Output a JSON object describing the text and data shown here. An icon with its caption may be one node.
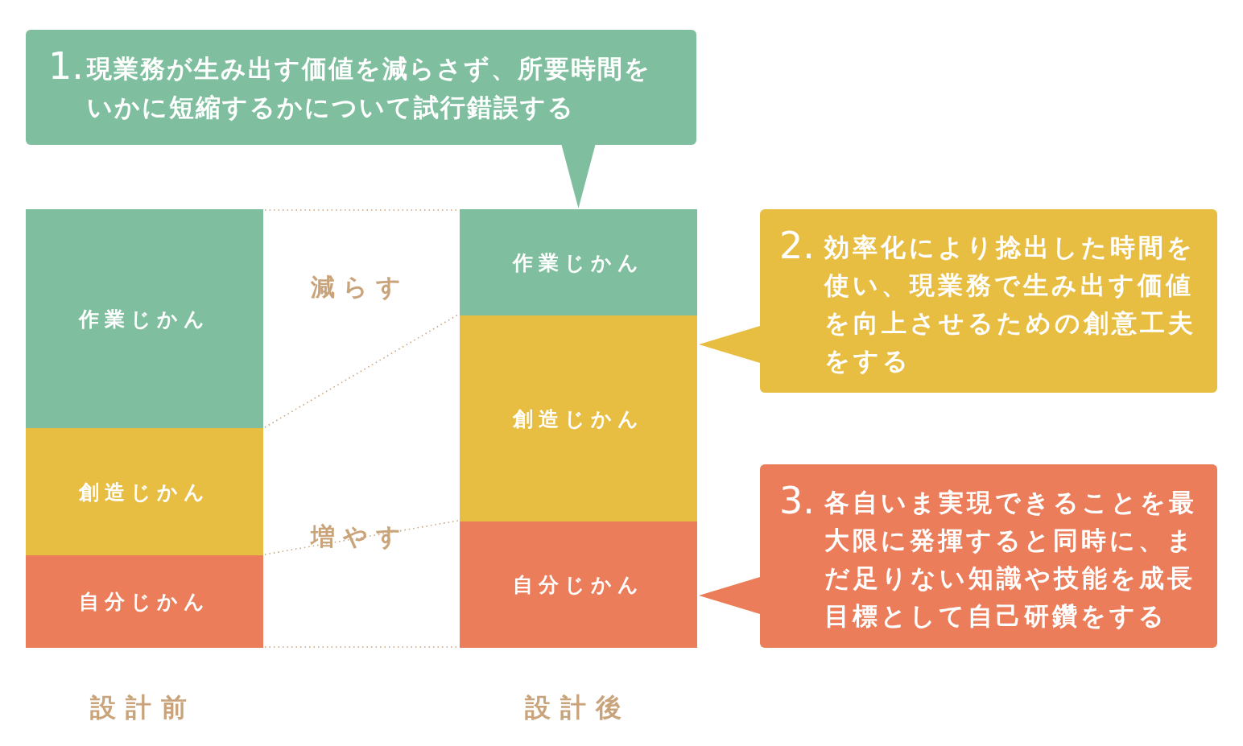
{
  "diagram": {
    "nodes": [
      {
        "text": [
          "1.",
          "現業務が生み出す価値を減らさず、所要時間をいかに短縮するかについて試行錯誤する"
        ]
      },
      {
        "text": [
          "作業じかん"
        ]
      },
      {
        "text": [
          "創造じかん"
        ]
      },
      {
        "text": [
          "自分じかん"
        ]
      },
      {
        "text": [
          "作業じかん"
        ]
      },
      {
        "text": [
          "創造じかん"
        ]
      },
      {
        "text": [
          "自分じかん"
        ]
      },
      {
        "text": [
          "2.",
          "効率化により捻出した時間を使い、現業務で生み出す価値を向上させるための創意工夫をする"
        ]
      },
      {
        "text": [
          "3.",
          "各自いま実現できることを最大限に発揮すると同時に、まだ足りない知識や技能を成長目標として自己研鑽をする"
        ]
      }
    ],
    "edges": [
      {
        "from": 0,
        "to": 4,
        "arrow": "to",
        "color": "#7fbf9f"
      },
      {
        "from": 1,
        "to": 4,
        "arrow": "none",
        "style": "dashed"
      },
      {
        "from": 1,
        "to": 4,
        "arrow": "none",
        "style": "dashed"
      },
      {
        "from": 2,
        "to": 5,
        "arrow": "none",
        "style": "dashed"
      },
      {
        "from": 3,
        "to": 6,
        "arrow": "none",
        "style": "dashed"
      },
      {
        "from": 7,
        "to": 5,
        "arrow": "to",
        "color": "#e8be42"
      },
      {
        "from": 8,
        "to": 6,
        "arrow": "to",
        "color": "#ec7d5a"
      }
    ],
    "labels": [
      "減らす",
      "増やす",
      "設計前",
      "設計後"
    ]
  }
}
